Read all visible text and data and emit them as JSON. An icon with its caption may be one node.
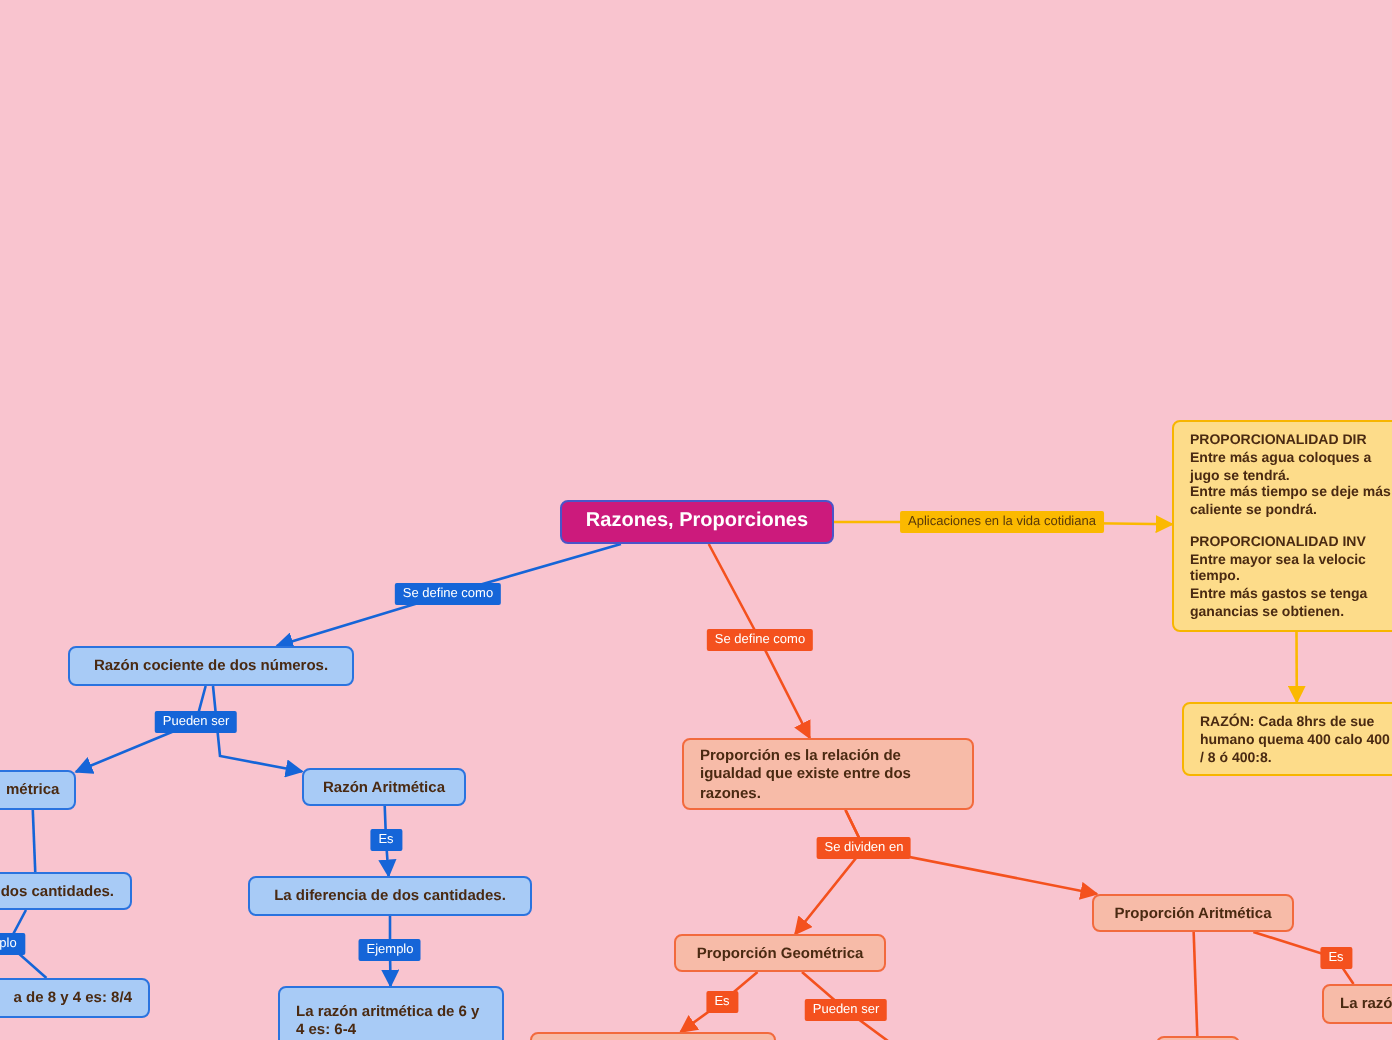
{
  "diagram": {
    "nodes": [
      {
        "text": [
          "Razones, Proporciones"
        ]
      },
      {
        "text": [
          "Razón cociente de dos números."
        ]
      },
      {
        "text": [
          "métrica"
        ]
      },
      {
        "text": [
          "Razón Aritmética"
        ]
      },
      {
        "text": [
          "dos cantidades."
        ]
      },
      {
        "text": [
          "La diferencia de dos cantidades."
        ]
      },
      {
        "text": [
          "a de 8 y 4 es: 8/4"
        ]
      },
      {
        "text": [
          "La razón aritmética de 6 y 4 es: 6-4"
        ]
      },
      {
        "text": [
          "Proporción es la relación de igualdad que existe entre dos razones."
        ]
      },
      {
        "text": [
          "Proporción Geométrica"
        ]
      },
      {
        "text": [
          "Proporción Aritmética"
        ]
      },
      {
        "text": [
          "La razó"
        ]
      },
      {
        "text": [
          "PROPORCIONALIDAD DIR",
          "Entre más agua coloques a jugo se tendrá.",
          "Entre más tiempo se deje más caliente se pondrá.",
          "PROPORCIONALIDAD INV",
          "Entre mayor sea la velocic tiempo.",
          "Entre más gastos se tenga ganancias se obtienen."
        ]
      },
      {
        "text": [
          "RAZÓN: Cada 8hrs de sue humano quema 400 calo 400 / 8 ó 400:8."
        ]
      },
      {
        "text": [],
        "shape": "box"
      },
      {
        "text": [],
        "shape": "box"
      }
    ],
    "edges": [
      {
        "from": 0,
        "to": 1,
        "arrow": "to",
        "label": "Se define como",
        "color": "#1565d8"
      },
      {
        "from": 1,
        "to": 2,
        "arrow": "to",
        "label": "Pueden ser",
        "color": "#1565d8"
      },
      {
        "from": 1,
        "to": 3,
        "arrow": "to",
        "color": "#1565d8"
      },
      {
        "from": 2,
        "to": 4,
        "arrow": "none",
        "color": "#1565d8"
      },
      {
        "from": 4,
        "to": 6,
        "arrow": "none",
        "label": "plo",
        "color": "#1565d8"
      },
      {
        "from": 3,
        "to": 5,
        "arrow": "to",
        "label": "Es",
        "color": "#1565d8"
      },
      {
        "from": 5,
        "to": 7,
        "arrow": "to",
        "label": "Ejemplo",
        "color": "#1565d8"
      },
      {
        "from": 0,
        "to": 8,
        "arrow": "to",
        "label": "Se define como",
        "color": "#f4511e"
      },
      {
        "from": 8,
        "to": 9,
        "arrow": "to",
        "label": "Se dividen en",
        "color": "#f4511e"
      },
      {
        "from": 8,
        "to": 10,
        "arrow": "to",
        "color": "#f4511e"
      },
      {
        "from": 9,
        "to": 14,
        "arrow": "to",
        "label": "Es",
        "color": "#f4511e"
      },
      {
        "from": 9,
        "to": null,
        "arrow": "none",
        "label": "Pueden ser",
        "color": "#f4511e"
      },
      {
        "from": 10,
        "to": 11,
        "arrow": "none",
        "label": "Es",
        "color": "#f4511e"
      },
      {
        "from": 10,
        "to": 15,
        "arrow": "none",
        "color": "#f4511e"
      },
      {
        "from": 0,
        "to": 12,
        "arrow": "to",
        "label": "Aplicaciones en la vida cotidiana",
        "color": "#fbb900"
      },
      {
        "from": 12,
        "to": 13,
        "arrow": "to",
        "color": "#fbb900"
      }
    ]
  }
}
